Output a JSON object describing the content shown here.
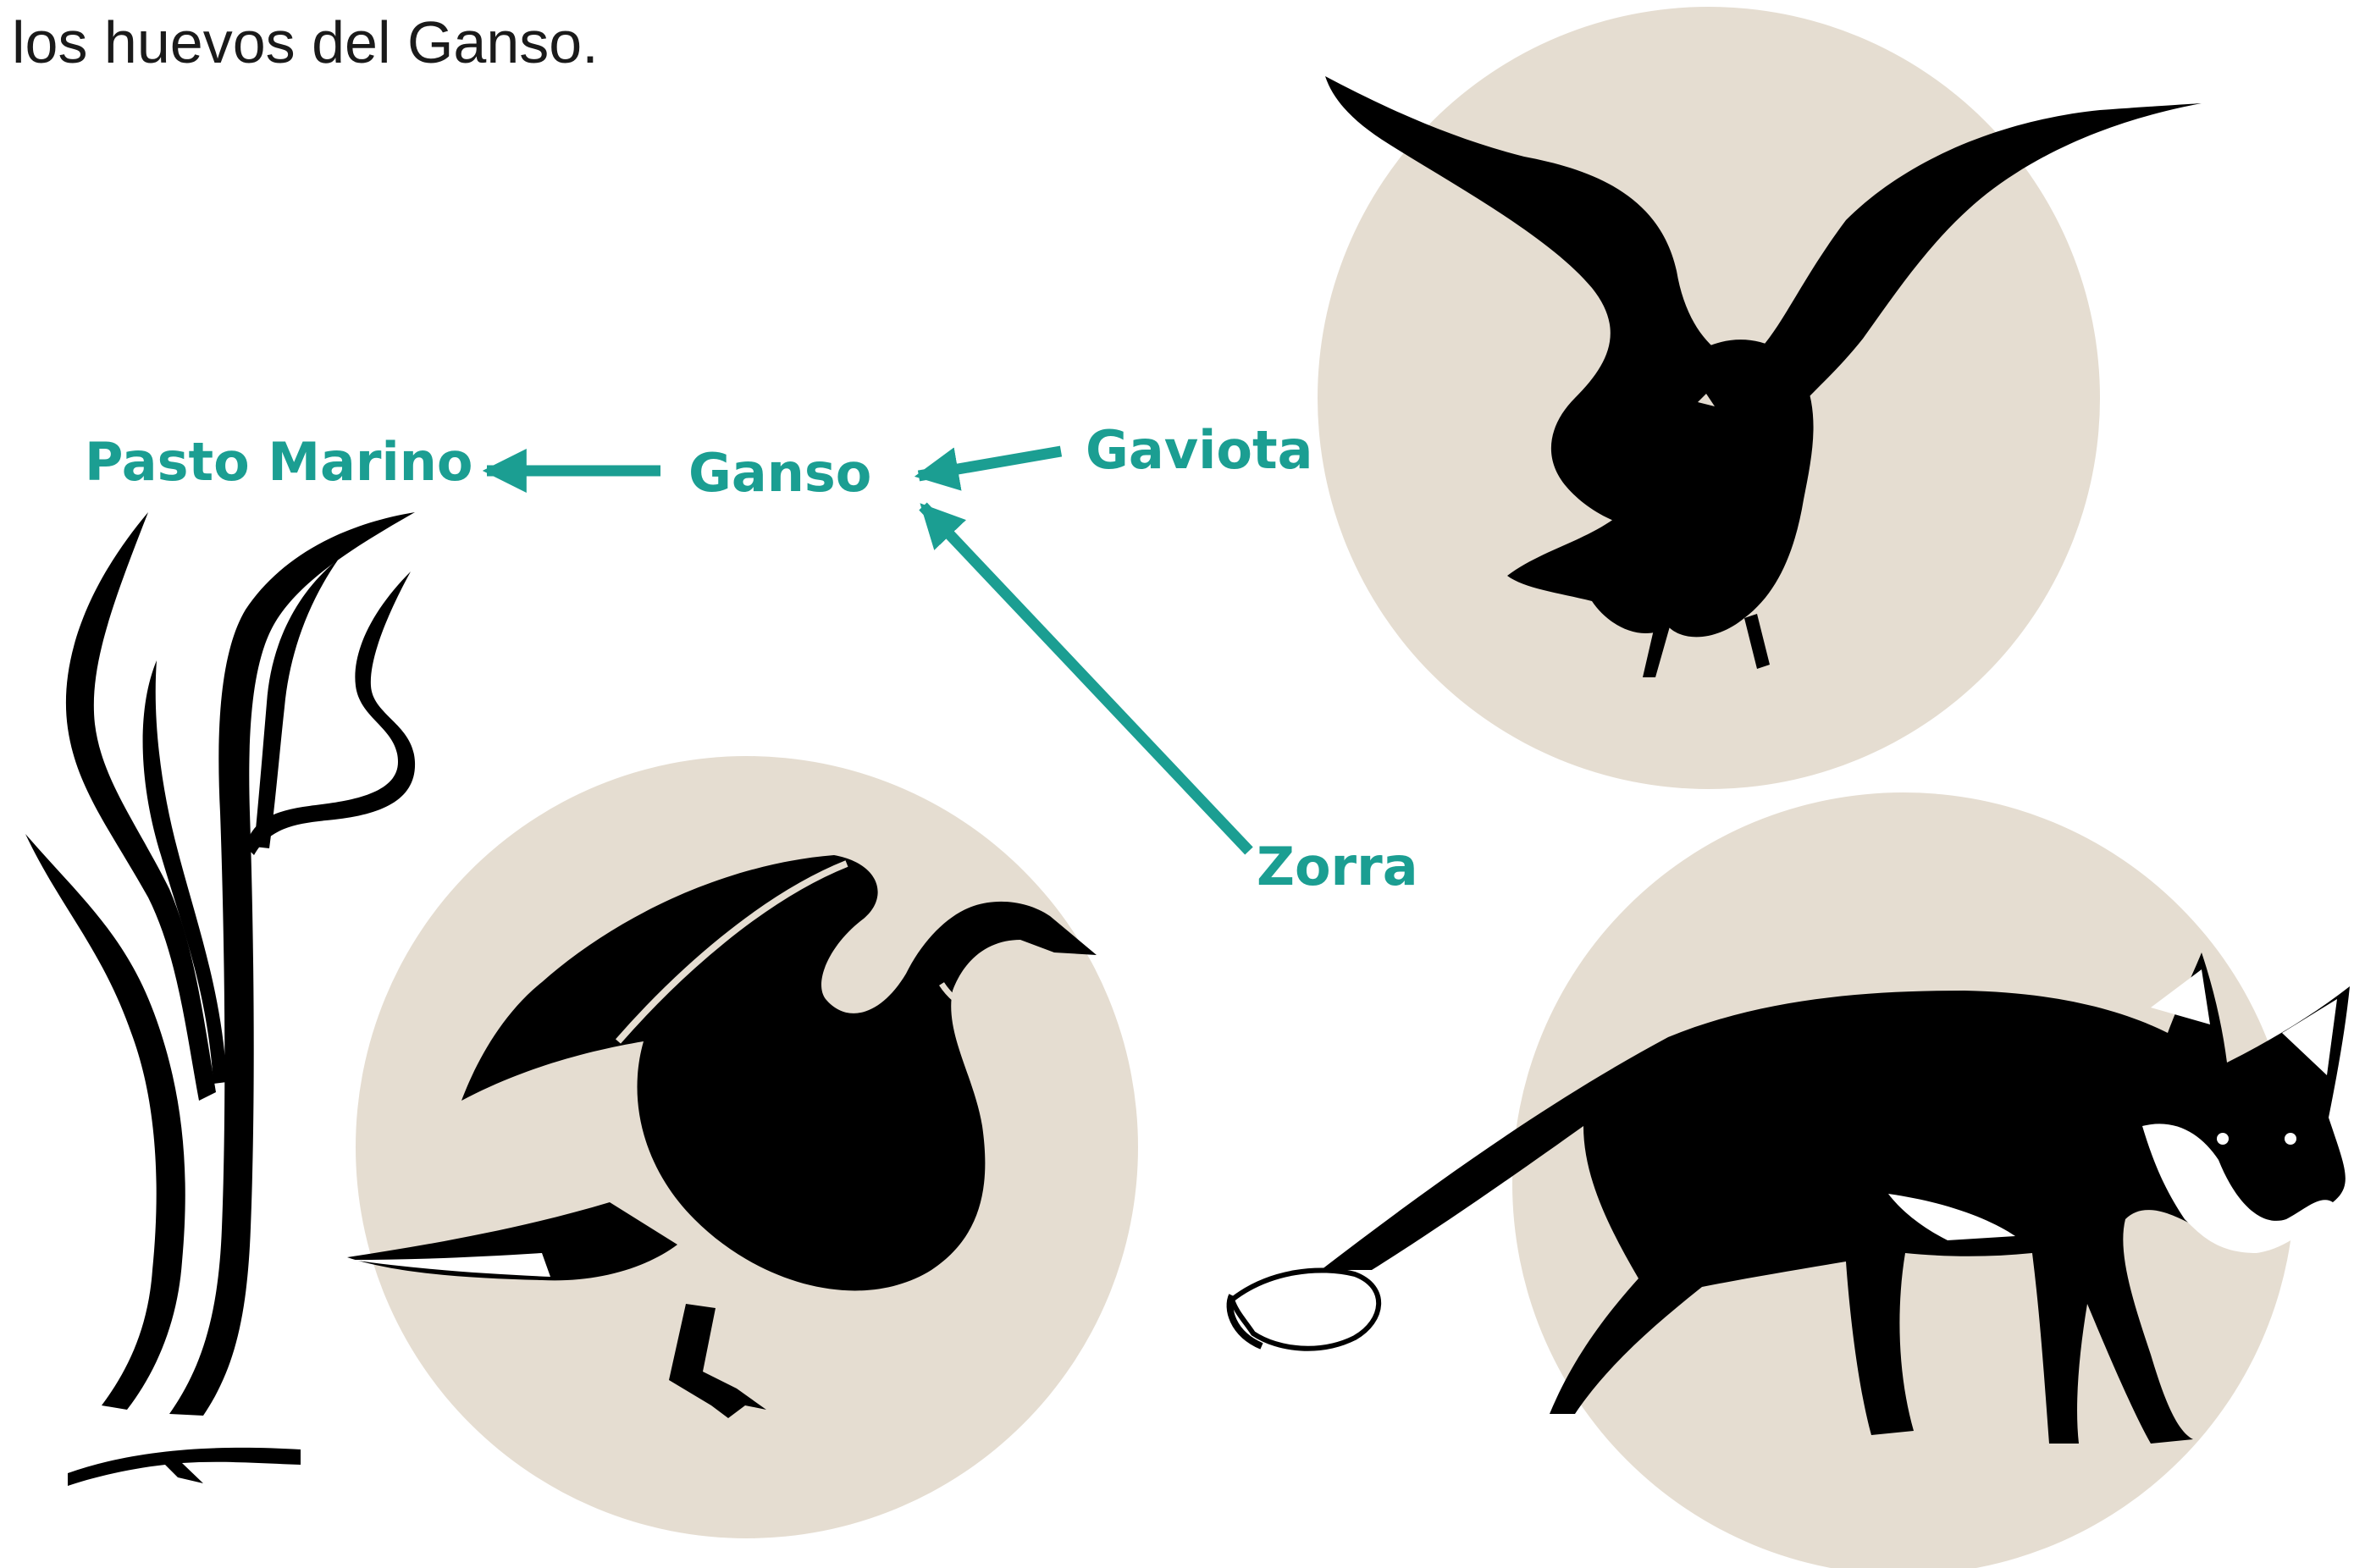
{
  "caption": "los huevos del Ganso.",
  "colors": {
    "accent": "#1b9e92",
    "circle": "#e5ddd1",
    "silhouette": "#000000",
    "caption": "#1a1a1a"
  },
  "food_web": {
    "nodes": {
      "pasto_marino": "Pasto Marino",
      "ganso": "Ganso",
      "gaviota": "Gaviota",
      "zorra": "Zorra"
    },
    "edges": [
      {
        "from": "Ganso",
        "to": "Pasto Marino"
      },
      {
        "from": "Gaviota",
        "to": "Ganso"
      },
      {
        "from": "Zorra",
        "to": "Ganso"
      }
    ]
  },
  "illustrations": [
    {
      "name": "seagrass-silhouette"
    },
    {
      "name": "goose-silhouette"
    },
    {
      "name": "gull-silhouette"
    },
    {
      "name": "fox-silhouette"
    }
  ]
}
